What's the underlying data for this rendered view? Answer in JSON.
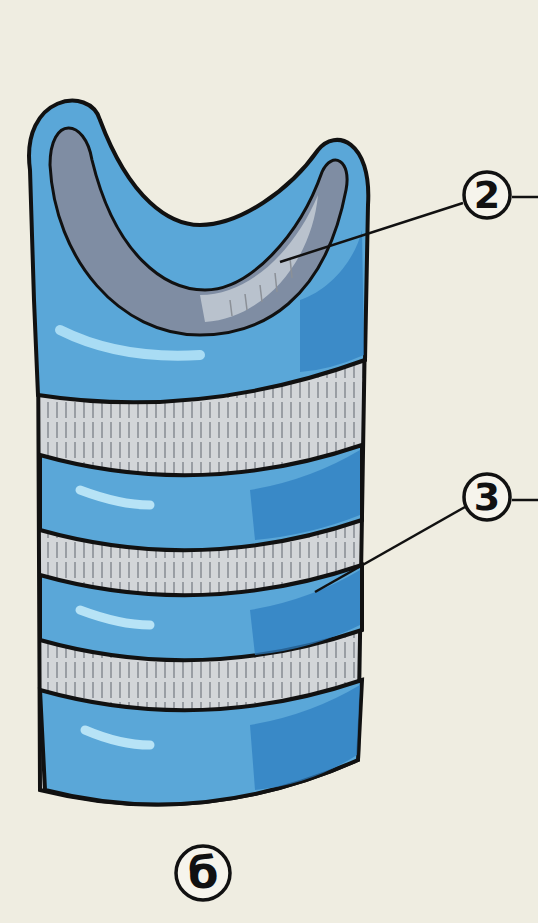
{
  "diagram": {
    "nodes": [
      {
        "text": [
          "2"
        ]
      },
      {
        "text": [
          "3"
        ]
      },
      {
        "text": [
          "б"
        ]
      }
    ]
  }
}
